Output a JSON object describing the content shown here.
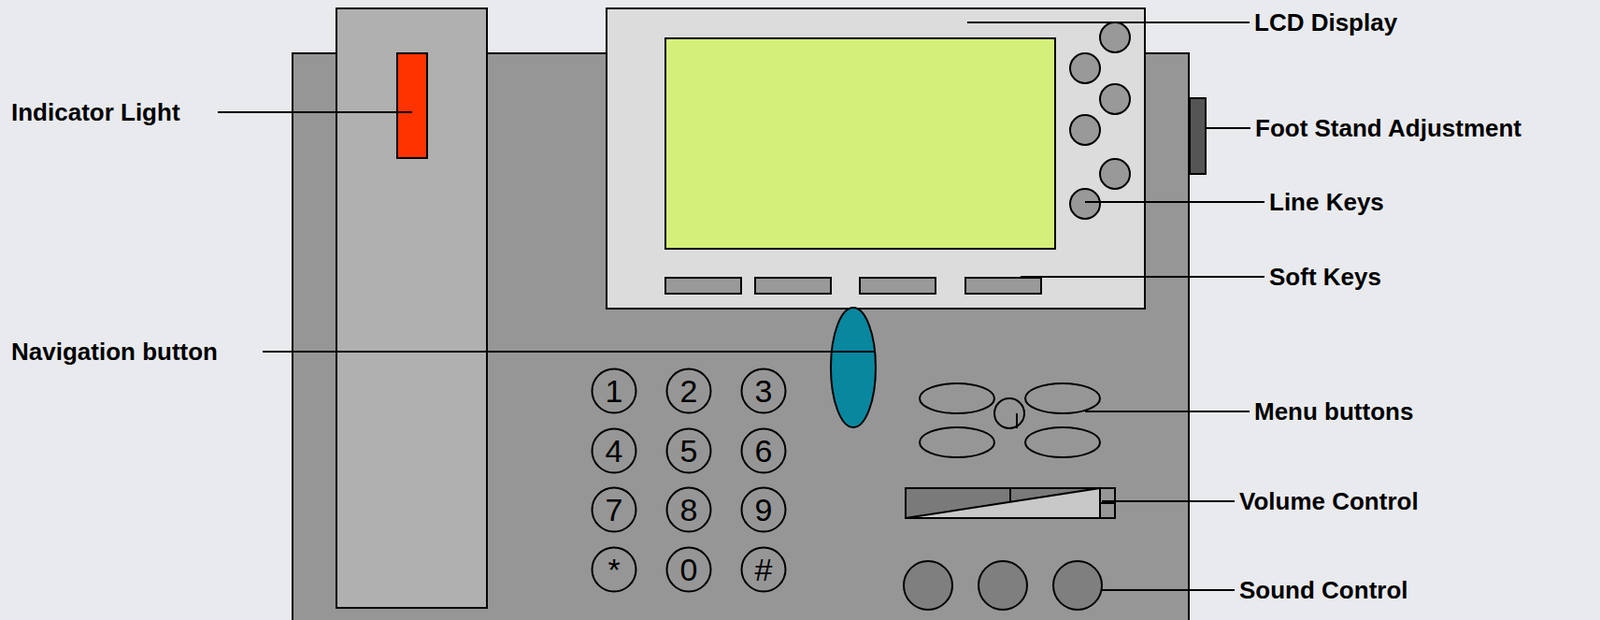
{
  "diagram": {
    "nodes": [
      {
        "text": [
          "1"
        ]
      },
      {
        "text": [
          "2"
        ]
      },
      {
        "text": [
          "3"
        ]
      },
      {
        "text": [
          "4"
        ]
      },
      {
        "text": [
          "5"
        ]
      },
      {
        "text": [
          "6"
        ]
      },
      {
        "text": [
          "7"
        ]
      },
      {
        "text": [
          "8"
        ]
      },
      {
        "text": [
          "9"
        ]
      },
      {
        "text": [
          "*"
        ]
      },
      {
        "text": [
          "0"
        ]
      },
      {
        "text": [
          "#"
        ]
      }
    ],
    "labels": [
      "LCD Display",
      "Indicator Light",
      "Foot Stand Adjustment",
      "Line Keys",
      "Soft Keys",
      "Navigation button",
      "Menu buttons",
      "Volume Control",
      "Sound Control"
    ]
  }
}
